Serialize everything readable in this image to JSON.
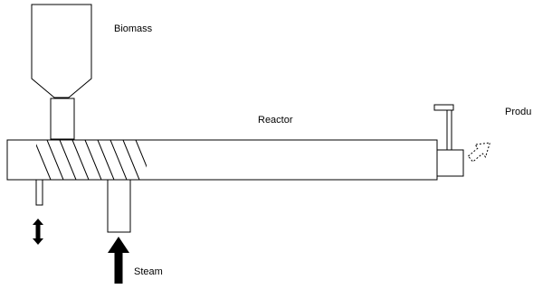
{
  "labels": {
    "biomass": "Biomass",
    "reactor": "Reactor",
    "product": "Produ",
    "steam": "Steam"
  }
}
